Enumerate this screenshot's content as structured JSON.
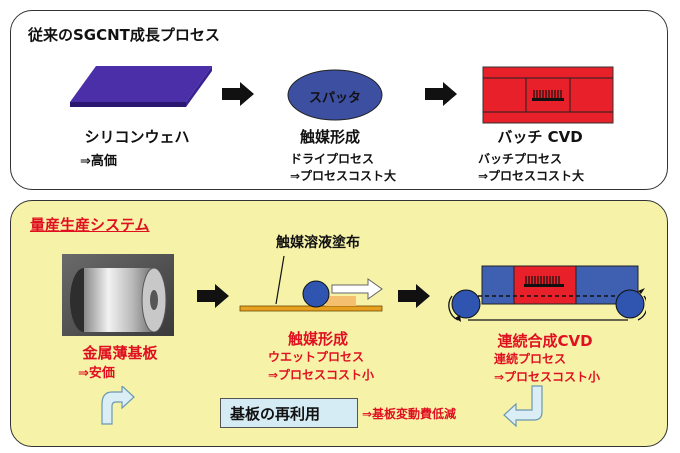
{
  "top": {
    "title": "従来のSGCNT成長プロセス",
    "step1": {
      "name": "シリコンウェハ",
      "note": "⇒高価"
    },
    "step2": {
      "box": "スパッタ",
      "name": "触媒形成",
      "sub": "ドライプロセス",
      "note": "⇒プロセスコスト大"
    },
    "step3": {
      "name": "バッチ CVD",
      "sub": "バッチプロセス",
      "note": "⇒プロセスコスト大"
    }
  },
  "bottom": {
    "title": "量産生産システム",
    "coat_label": "触媒溶液塗布",
    "step1": {
      "name": "金属薄基板",
      "note": "⇒安価"
    },
    "step2": {
      "name": "触媒形成",
      "sub": "ウエットプロセス",
      "note": "⇒プロセスコスト小"
    },
    "step3": {
      "name": "連続合成CVD",
      "sub": "連続プロセス",
      "note": "⇒プロセスコスト小"
    },
    "reuse": {
      "label": "基板の再利用",
      "note": "⇒基板変動費低減"
    }
  },
  "colors": {
    "red": "#e01020",
    "wafer": "#4a2fa8",
    "sputter": "#3d4fa0",
    "furnace_red": "#e8202a",
    "furnace_blue": "#3f5fb0",
    "panel_yellow": "#f6f3a9",
    "reuse_box": "#d6ecf5"
  }
}
